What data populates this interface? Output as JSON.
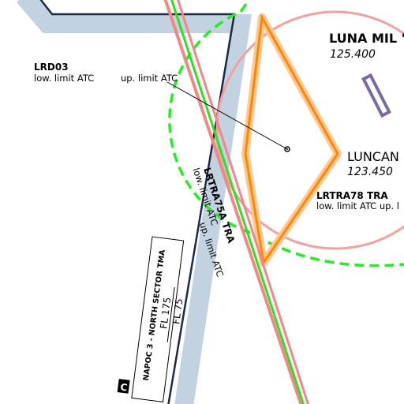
{
  "labels": {
    "lrd03": {
      "name": "LRD03",
      "low": "low. limit ATC",
      "up": "up. limit ATC"
    },
    "luna_mil": {
      "name": "LUNA MIL '",
      "freq": "125.400"
    },
    "luncan": {
      "name": "LUNCAN",
      "freq": "123.450"
    },
    "lrtra78": {
      "name": "LRTRA78 TRA",
      "limits": "low. limit ATC up. l"
    },
    "lrtra75a": {
      "name": "LRTRA75A TRA",
      "low": "low. limit ATC",
      "up": "up. limit ATC"
    },
    "napoc3": {
      "title": "NAPOC 3 - NORTH SECTOR TMA",
      "upper": "FL 175",
      "lower": "FL 75",
      "class": "C"
    }
  },
  "colors": {
    "corridor": "#c3d2e0",
    "corridor_edge": "#1a2a4a",
    "route_green": "#33dd22",
    "route_pink": "#f08888",
    "tra_orange": "#ff8800",
    "tra_orange_fill": "#ffc890",
    "sector_dashed": "#22ee22",
    "obstacle_purple": "#7b6aa0"
  }
}
